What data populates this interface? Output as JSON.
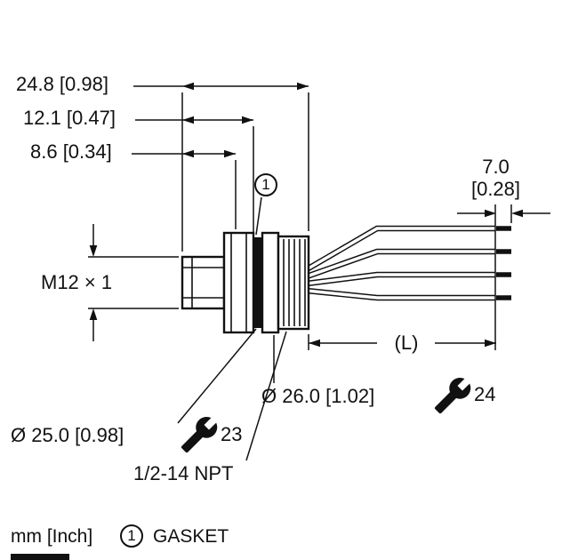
{
  "drawing": {
    "units_note": "mm [Inch]",
    "legend": {
      "callout_number": "1",
      "callout_text": "GASKET"
    },
    "labels": {
      "dim_total": "24.8 [0.98]",
      "dim_mid": "12.1 [0.47]",
      "dim_front": "8.6 [0.34]",
      "dim_strip_mm": "7.0",
      "dim_strip_inch": "[0.28]",
      "thread_spec": "M12 × 1",
      "cable_length": "(L)",
      "dia_flange": "Ø 26.0 [1.02]",
      "wrench_right": "24",
      "dia_gasket": "Ø 25.0 [0.98]",
      "wrench_left": "23",
      "npt_thread": "1/2-14 NPT",
      "callout_number": "1"
    },
    "colors": {
      "ink": "#111111",
      "background": "#ffffff"
    }
  }
}
